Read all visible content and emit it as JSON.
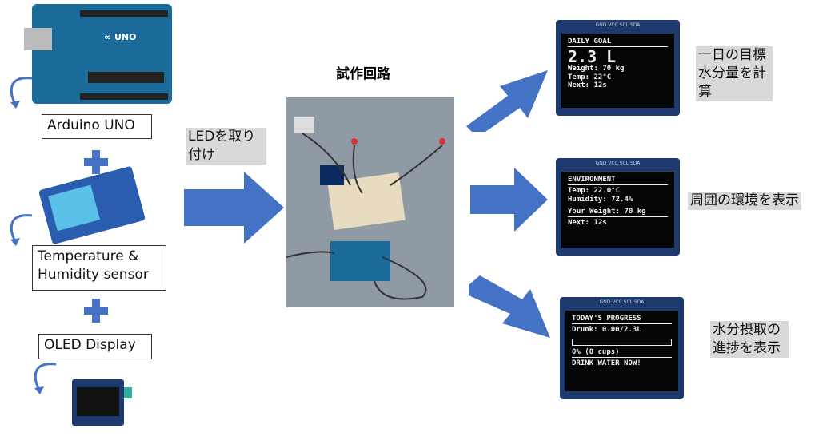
{
  "components": {
    "arduino_label": "Arduino UNO",
    "sensor_label": "Temperature & Humidity sensor",
    "display_label": "OLED Display"
  },
  "step1": {
    "label": "LEDを取り付け"
  },
  "prototype": {
    "title": "試作回路"
  },
  "screens": [
    {
      "title": "DAILY GOAL",
      "big": "2.3 L",
      "lines": [
        "Weight: 70 kg",
        "Temp: 22°C",
        "Next: 12s"
      ],
      "caption": "一日の目標水分量を計算",
      "pins": "GND VCC SCL SDA"
    },
    {
      "title": "ENVIRONMENT",
      "lines": [
        "Temp: 22.0°C",
        "Humidity: 72.4%",
        "Your Weight: 70 kg",
        "Next: 12s"
      ],
      "caption": "周囲の環境を表示",
      "pins": "GND VCC SCL SDA"
    },
    {
      "title": "TODAY'S PROGRESS",
      "lines": [
        "Drunk: 0.00/2.3L",
        "0% (0 cups)",
        "DRINK WATER NOW!"
      ],
      "progress": 0,
      "caption": "水分摂取の進捗を表示",
      "pins": "GND VCC SCL SDA"
    }
  ],
  "colors": {
    "arrow": "#4472c4",
    "board": "#1a6a9a",
    "photo_bg": "#8f9aa5"
  }
}
